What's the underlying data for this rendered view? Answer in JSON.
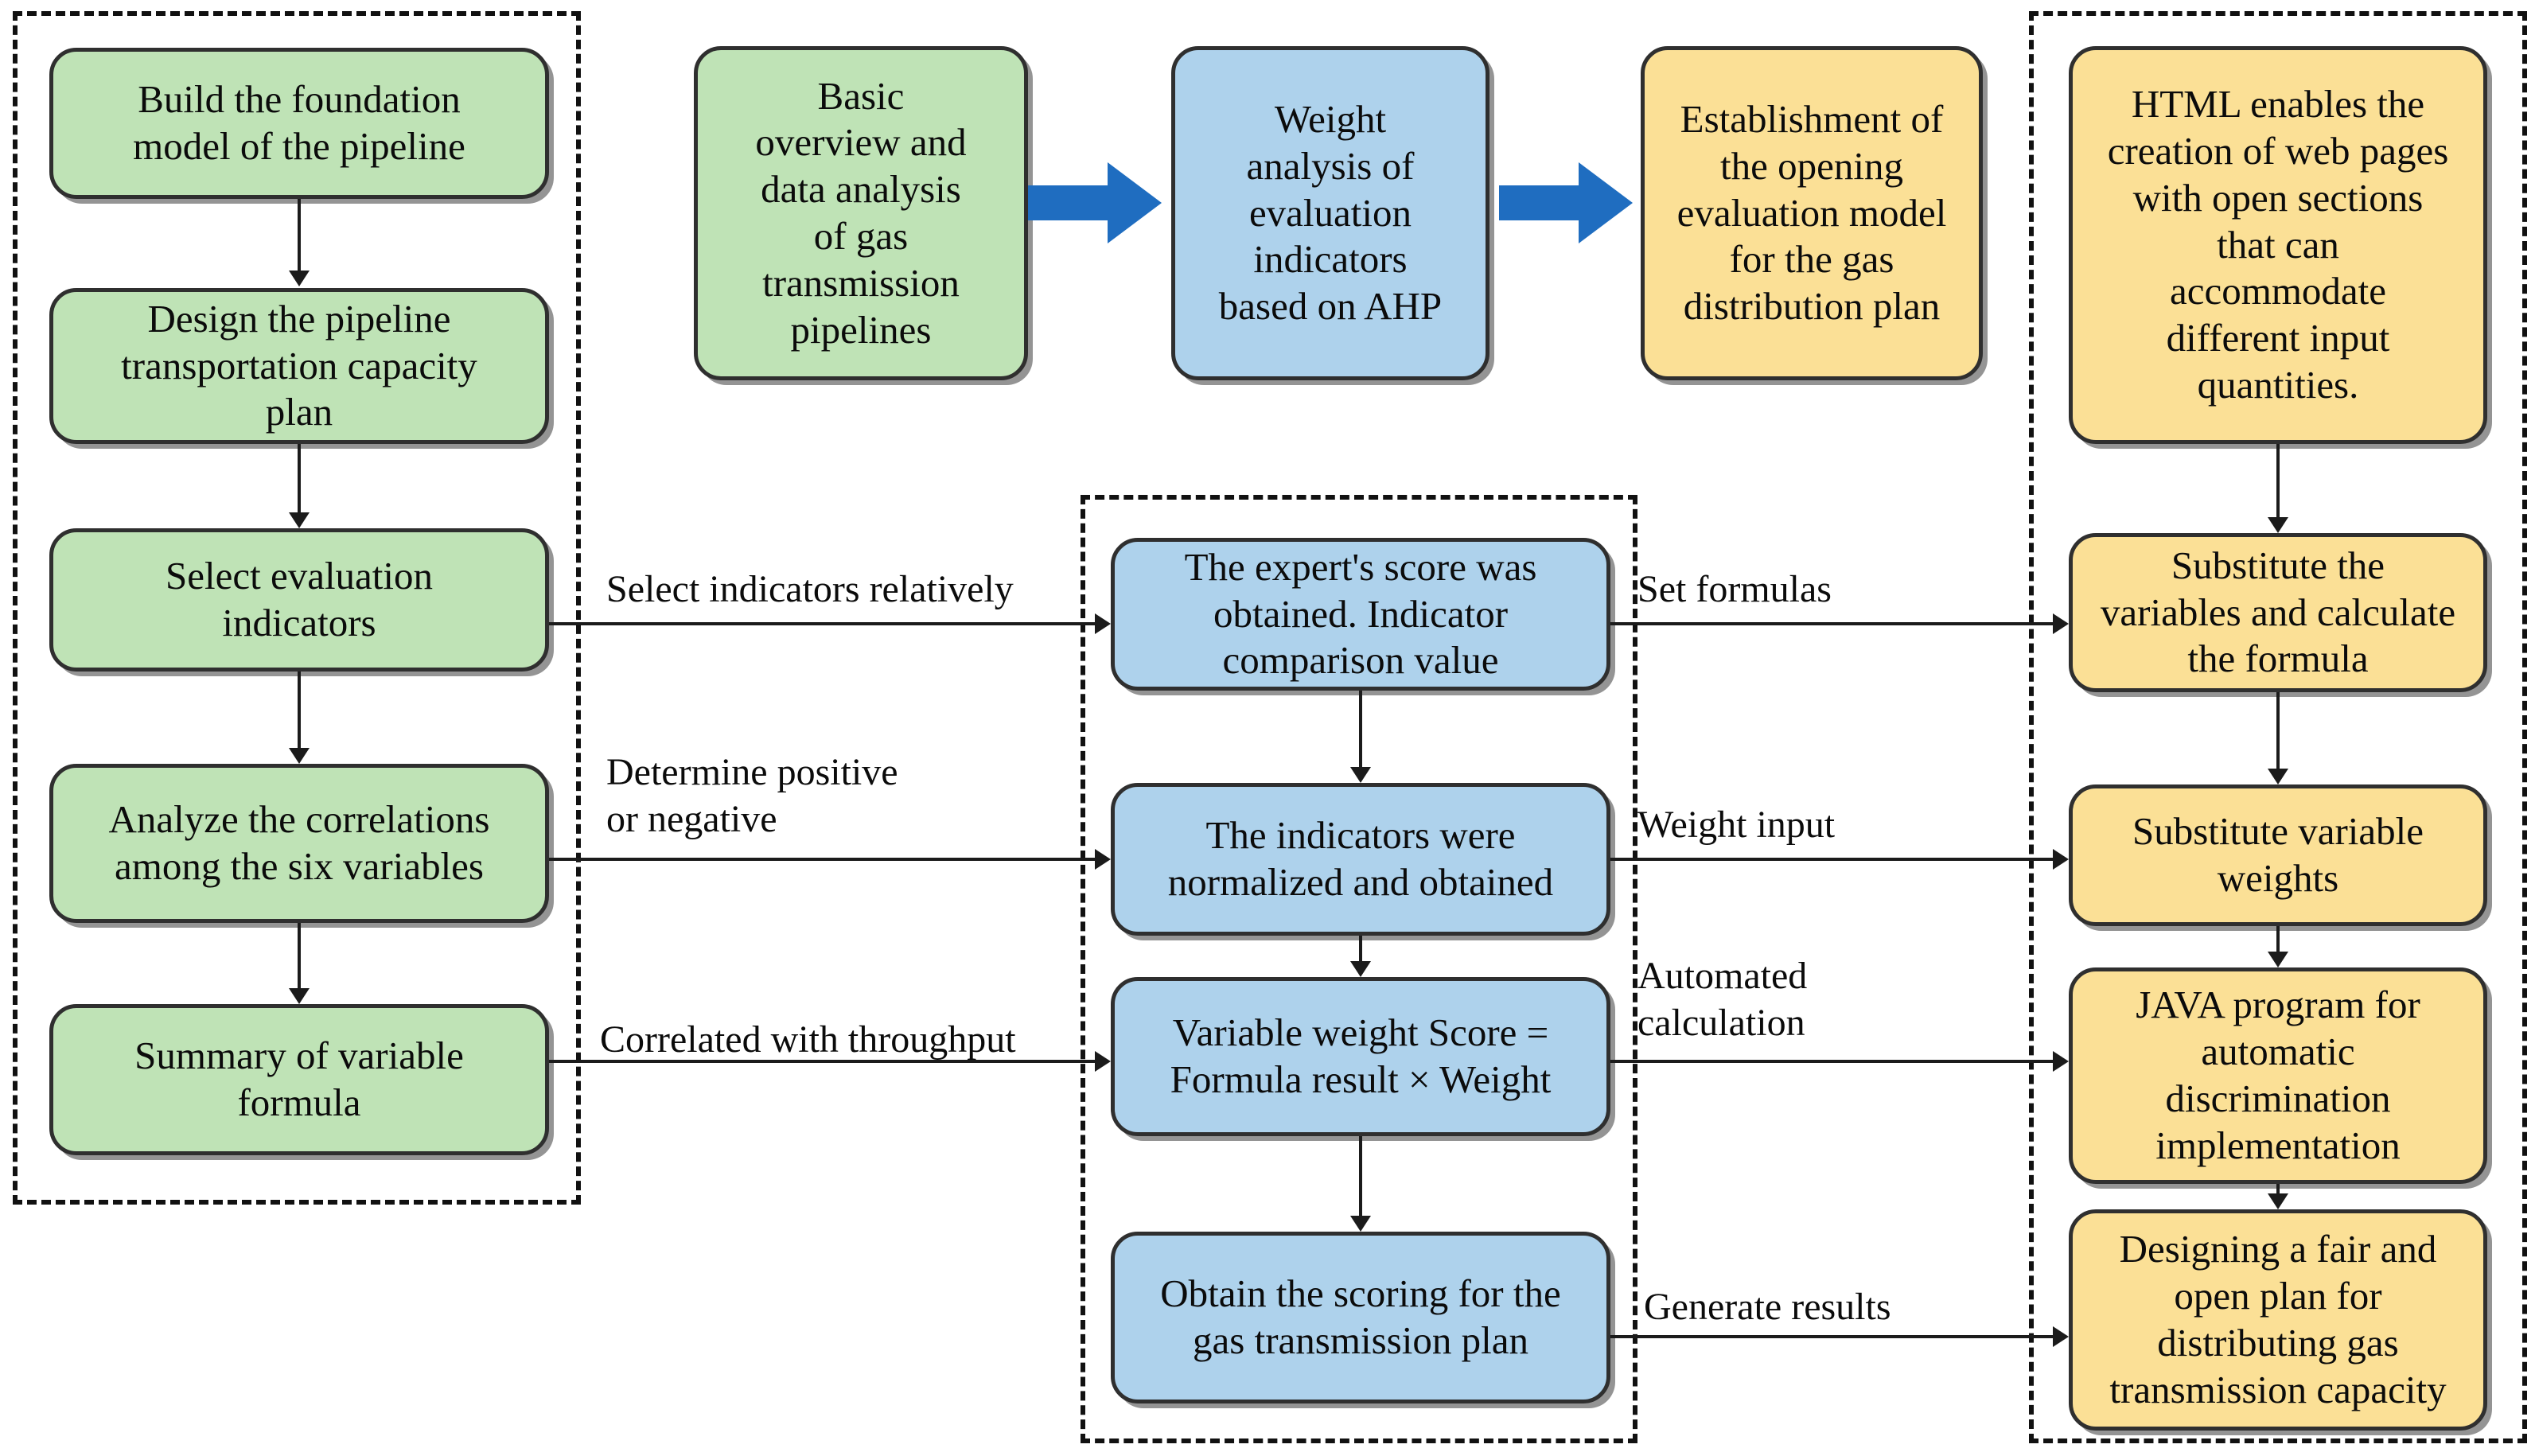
{
  "diagram": {
    "title": "Gas transmission pipeline open evaluation model flowchart",
    "colors": {
      "green_fill": "#bfe3b6",
      "blue_fill": "#aed2ec",
      "yellow_fill": "#fbe096",
      "node_stroke": "#2f2f2f",
      "connector": "#1b1b1b",
      "block_arrow": "#1f6dc0",
      "group_dash": "#111111"
    }
  },
  "top_row": {
    "nodes": [
      {
        "id": "basic-overview",
        "color": "green",
        "text": "Basic\noverview and\ndata analysis\nof gas\ntransmission\npipelines"
      },
      {
        "id": "weight-analysis",
        "color": "blue",
        "text": "Weight\nanalysis of\nevaluation\nindicators\nbased on AHP"
      },
      {
        "id": "establishment-model",
        "color": "yellow",
        "text": "Establishment of\nthe opening\nevaluation model\nfor the gas\ndistribution plan"
      }
    ],
    "block_arrows": [
      "block-arrow-1",
      "block-arrow-2"
    ]
  },
  "left_column": {
    "group_label": "left-dashed-group",
    "nodes": [
      {
        "id": "build-foundation",
        "color": "green",
        "text": "Build the foundation\nmodel of the pipeline"
      },
      {
        "id": "design-capacity",
        "color": "green",
        "text": "Design the pipeline\ntransportation capacity\nplan"
      },
      {
        "id": "select-indicators",
        "color": "green",
        "text": "Select evaluation\nindicators"
      },
      {
        "id": "analyze-correlations",
        "color": "green",
        "text": "Analyze the correlations\namong the six variables"
      },
      {
        "id": "summary-formula",
        "color": "green",
        "text": "Summary of variable\nformula"
      }
    ]
  },
  "center_column": {
    "group_label": "center-dashed-group",
    "nodes": [
      {
        "id": "expert-score",
        "color": "blue",
        "text": "The expert's score was\nobtained. Indicator\ncomparison value"
      },
      {
        "id": "normalized",
        "color": "blue",
        "text": "The indicators were\nnormalized and obtained"
      },
      {
        "id": "variable-weight-score",
        "color": "blue",
        "text": "Variable weight Score =\nFormula result × Weight"
      },
      {
        "id": "obtain-scoring",
        "color": "blue",
        "text": "Obtain the scoring for the\ngas transmission plan"
      }
    ]
  },
  "right_column": {
    "group_label": "right-dashed-group",
    "nodes": [
      {
        "id": "html-enables",
        "color": "yellow",
        "text": "HTML enables the\ncreation of web pages\nwith open sections\nthat can\naccommodate\ndifferent input\nquantities."
      },
      {
        "id": "substitute-variables",
        "color": "yellow",
        "text": "Substitute the\nvariables and calculate\nthe formula"
      },
      {
        "id": "substitute-weights",
        "color": "yellow",
        "text": "Substitute variable\nweights"
      },
      {
        "id": "java-program",
        "color": "yellow",
        "text": "JAVA program for\nautomatic\ndiscrimination\nimplementation"
      },
      {
        "id": "designing-fair-plan",
        "color": "yellow",
        "text": "Designing a fair and\nopen plan for\ndistributing gas\ntransmission capacity"
      }
    ]
  },
  "edge_labels": {
    "select_indicators_relatively": "Select indicators relatively",
    "determine_positive_or_negative": "Determine positive\nor negative",
    "correlated_with_throughput": "Correlated with throughput",
    "set_formulas": "Set formulas",
    "weight_input": "Weight input",
    "automated_calculation": "Automated\ncalculation",
    "generate_results": "Generate results"
  }
}
